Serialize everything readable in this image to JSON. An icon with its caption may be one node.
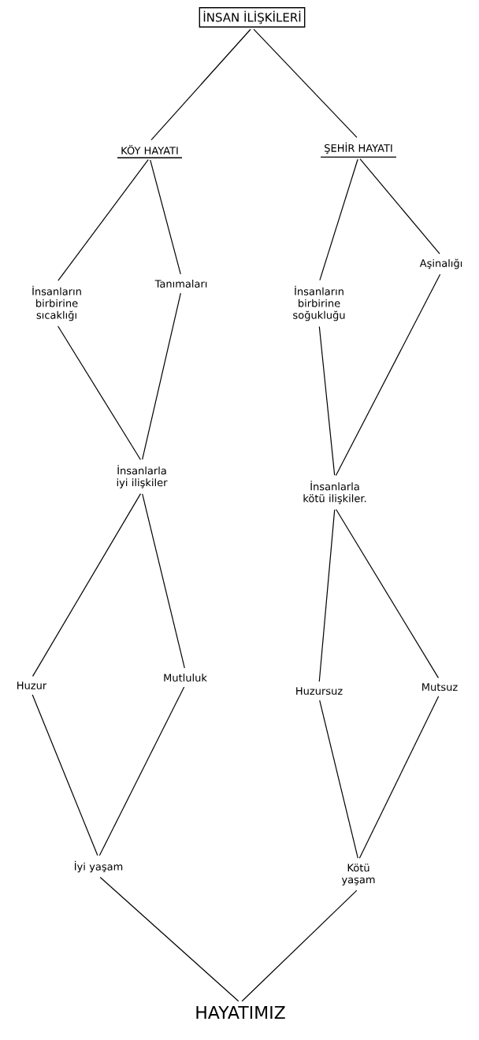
{
  "diagram": {
    "nodes": [
      {
        "text": [
          "İNSAN İLİŞKİLERİ"
        ]
      },
      {
        "text": [
          "KÖY HAYATI"
        ]
      },
      {
        "text": [
          "ŞEHİR HAYATI"
        ]
      },
      {
        "text": [
          "İnsanların birbirine sıcaklığı"
        ]
      },
      {
        "text": [
          "Tanımaları"
        ]
      },
      {
        "text": [
          "İnsanların birbirine soğukluğu"
        ]
      },
      {
        "text": [
          "Aşinalığı"
        ]
      },
      {
        "text": [
          "İnsanlarla iyi ilişkiler"
        ]
      },
      {
        "text": [
          "İnsanlarla kötü ilişkiler."
        ]
      },
      {
        "text": [
          "Huzur"
        ]
      },
      {
        "text": [
          "Mutluluk"
        ]
      },
      {
        "text": [
          "Huzursuz"
        ]
      },
      {
        "text": [
          "Mutsuz"
        ]
      },
      {
        "text": [
          "İyi yaşam"
        ]
      },
      {
        "text": [
          "Kötü yaşam"
        ]
      },
      {
        "text": [
          "HAYATIMIZ"
        ]
      }
    ],
    "edges": [
      {
        "from": 0,
        "to": 1,
        "arrow": "none"
      },
      {
        "from": 0,
        "to": 2,
        "arrow": "none"
      },
      {
        "from": 1,
        "to": 3,
        "arrow": "none"
      },
      {
        "from": 1,
        "to": 4,
        "arrow": "none"
      },
      {
        "from": 2,
        "to": 5,
        "arrow": "none"
      },
      {
        "from": 2,
        "to": 6,
        "arrow": "none"
      },
      {
        "from": 3,
        "to": 7,
        "arrow": "none"
      },
      {
        "from": 4,
        "to": 7,
        "arrow": "none"
      },
      {
        "from": 5,
        "to": 8,
        "arrow": "none"
      },
      {
        "from": 6,
        "to": 8,
        "arrow": "none"
      },
      {
        "from": 7,
        "to": 9,
        "arrow": "none"
      },
      {
        "from": 7,
        "to": 10,
        "arrow": "none"
      },
      {
        "from": 8,
        "to": 11,
        "arrow": "none"
      },
      {
        "from": 8,
        "to": 12,
        "arrow": "none"
      },
      {
        "from": 9,
        "to": 13,
        "arrow": "none"
      },
      {
        "from": 10,
        "to": 13,
        "arrow": "none"
      },
      {
        "from": 11,
        "to": 14,
        "arrow": "none"
      },
      {
        "from": 12,
        "to": 14,
        "arrow": "none"
      },
      {
        "from": 13,
        "to": 15,
        "arrow": "none"
      },
      {
        "from": 14,
        "to": 15,
        "arrow": "none"
      }
    ]
  }
}
